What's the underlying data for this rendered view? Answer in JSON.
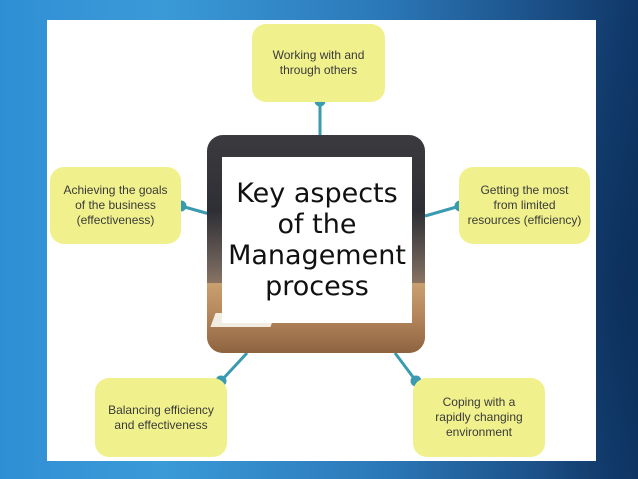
{
  "diagram": {
    "center": "Key aspects\nof the\nManagement\nprocess",
    "nodes": [
      {
        "id": "top",
        "label": "Working with and\nthrough others"
      },
      {
        "id": "left",
        "label": "Achieving the goals\nof the business\n(effectiveness)"
      },
      {
        "id": "right",
        "label": "Getting the most\nfrom limited\nresources (efficiency)"
      },
      {
        "id": "bottom-left",
        "label": "Balancing efficiency\nand effectiveness"
      },
      {
        "id": "bottom-right",
        "label": "Coping with a\nrapidly changing\nenvironment"
      }
    ],
    "colors": {
      "node_fill": "#f0f18c",
      "connector": "#3a9ab0",
      "background_blue": "#2f8fd4"
    }
  }
}
